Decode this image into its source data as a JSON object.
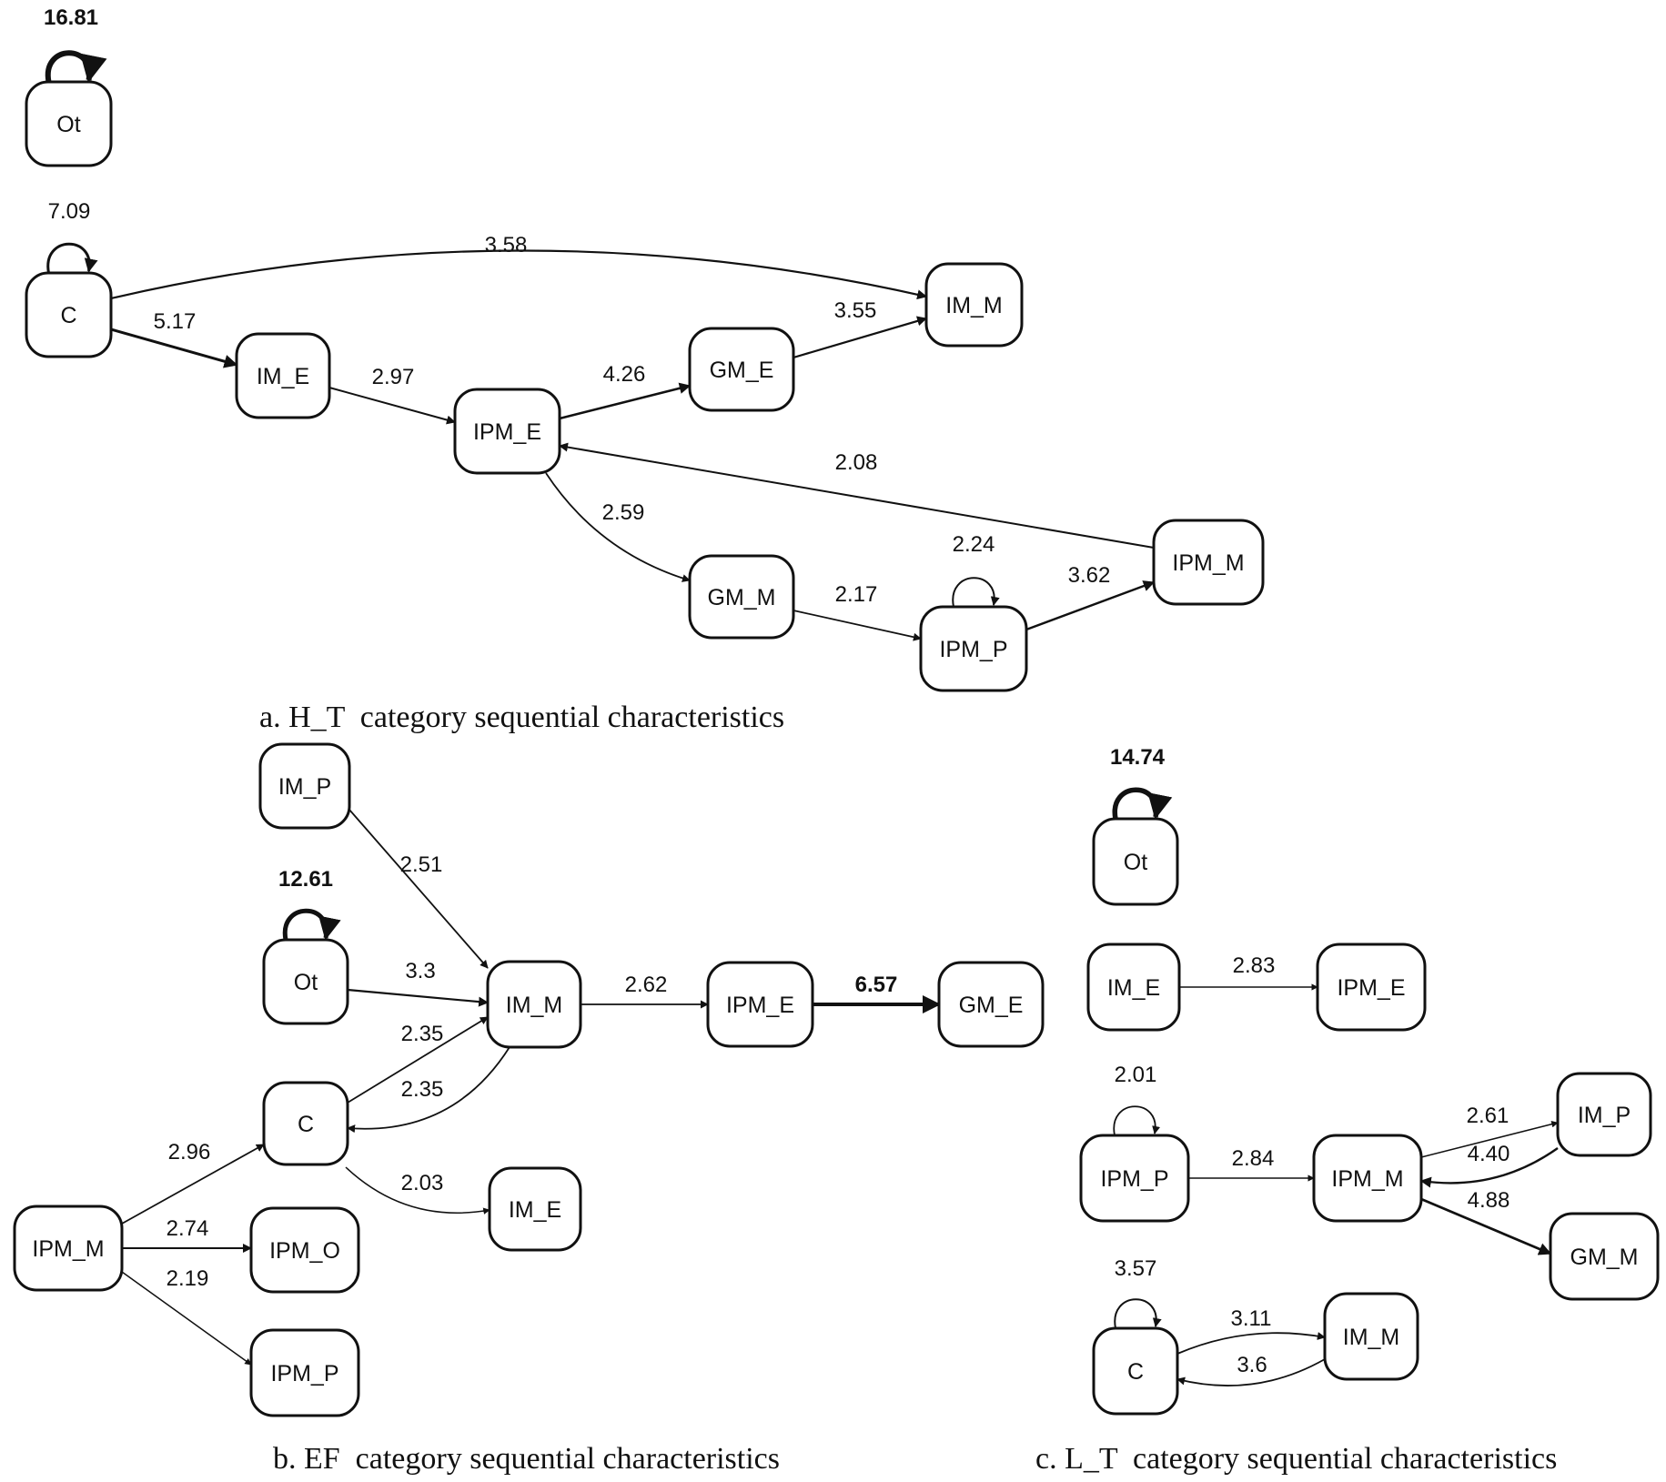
{
  "panels": [
    {
      "id": "a",
      "caption": "a. H_T  category sequential characteristics",
      "nodes": [
        {
          "id": "a_Ot",
          "label": "Ot"
        },
        {
          "id": "a_C",
          "label": "C"
        },
        {
          "id": "a_IM_E",
          "label": "IM_E"
        },
        {
          "id": "a_IPM_E",
          "label": "IPM_E"
        },
        {
          "id": "a_GM_E",
          "label": "GM_E"
        },
        {
          "id": "a_IM_M",
          "label": "IM_M"
        },
        {
          "id": "a_GM_M",
          "label": "GM_M"
        },
        {
          "id": "a_IPM_P",
          "label": "IPM_P"
        },
        {
          "id": "a_IPM_M",
          "label": "IPM_M"
        }
      ],
      "edges": [
        {
          "from": "a_Ot",
          "to": "a_Ot",
          "weight": "16.81"
        },
        {
          "from": "a_C",
          "to": "a_C",
          "weight": "7.09"
        },
        {
          "from": "a_C",
          "to": "a_IM_M",
          "weight": "3.58"
        },
        {
          "from": "a_C",
          "to": "a_IM_E",
          "weight": "5.17"
        },
        {
          "from": "a_IM_E",
          "to": "a_IPM_E",
          "weight": "2.97"
        },
        {
          "from": "a_IPM_E",
          "to": "a_GM_E",
          "weight": "4.26"
        },
        {
          "from": "a_GM_E",
          "to": "a_IM_M",
          "weight": "3.55"
        },
        {
          "from": "a_IPM_M",
          "to": "a_IPM_E",
          "weight": "2.08"
        },
        {
          "from": "a_IPM_E",
          "to": "a_GM_M",
          "weight": "2.59"
        },
        {
          "from": "a_GM_M",
          "to": "a_IPM_P",
          "weight": "2.17"
        },
        {
          "from": "a_IPM_P",
          "to": "a_IPM_P",
          "weight": "2.24"
        },
        {
          "from": "a_IPM_P",
          "to": "a_IPM_M",
          "weight": "3.62"
        }
      ]
    },
    {
      "id": "b",
      "caption": "b. EF  category sequential characteristics",
      "nodes": [
        {
          "id": "b_IM_P",
          "label": "IM_P"
        },
        {
          "id": "b_Ot",
          "label": "Ot"
        },
        {
          "id": "b_IM_M",
          "label": "IM_M"
        },
        {
          "id": "b_IPM_E",
          "label": "IPM_E"
        },
        {
          "id": "b_GM_E",
          "label": "GM_E"
        },
        {
          "id": "b_C",
          "label": "C"
        },
        {
          "id": "b_IM_E",
          "label": "IM_E"
        },
        {
          "id": "b_IPM_M",
          "label": "IPM_M"
        },
        {
          "id": "b_IPM_O",
          "label": "IPM_O"
        },
        {
          "id": "b_IPM_P",
          "label": "IPM_P"
        }
      ],
      "edges": [
        {
          "from": "b_IM_P",
          "to": "b_IM_M",
          "weight": "2.51"
        },
        {
          "from": "b_Ot",
          "to": "b_Ot",
          "weight": "12.61"
        },
        {
          "from": "b_Ot",
          "to": "b_IM_M",
          "weight": "3.3"
        },
        {
          "from": "b_IM_M",
          "to": "b_IPM_E",
          "weight": "2.62"
        },
        {
          "from": "b_IPM_E",
          "to": "b_GM_E",
          "weight": "6.57"
        },
        {
          "from": "b_C",
          "to": "b_IM_M",
          "weight": "2.35"
        },
        {
          "from": "b_IM_M",
          "to": "b_C",
          "weight": "2.35"
        },
        {
          "from": "b_C",
          "to": "b_IM_E",
          "weight": "2.03"
        },
        {
          "from": "b_IPM_M",
          "to": "b_C",
          "weight": "2.96"
        },
        {
          "from": "b_IPM_M",
          "to": "b_IPM_O",
          "weight": "2.74"
        },
        {
          "from": "b_IPM_M",
          "to": "b_IPM_P",
          "weight": "2.19"
        }
      ]
    },
    {
      "id": "c",
      "caption": "c. L_T  category sequential characteristics",
      "nodes": [
        {
          "id": "c_Ot",
          "label": "Ot"
        },
        {
          "id": "c_IM_E",
          "label": "IM_E"
        },
        {
          "id": "c_IPM_E",
          "label": "IPM_E"
        },
        {
          "id": "c_IPM_P",
          "label": "IPM_P"
        },
        {
          "id": "c_IPM_M",
          "label": "IPM_M"
        },
        {
          "id": "c_IM_P",
          "label": "IM_P"
        },
        {
          "id": "c_GM_M",
          "label": "GM_M"
        },
        {
          "id": "c_C",
          "label": "C"
        },
        {
          "id": "c_IM_M",
          "label": "IM_M"
        }
      ],
      "edges": [
        {
          "from": "c_Ot",
          "to": "c_Ot",
          "weight": "14.74"
        },
        {
          "from": "c_IM_E",
          "to": "c_IPM_E",
          "weight": "2.83"
        },
        {
          "from": "c_IPM_P",
          "to": "c_IPM_P",
          "weight": "2.01"
        },
        {
          "from": "c_IPM_P",
          "to": "c_IPM_M",
          "weight": "2.84"
        },
        {
          "from": "c_IPM_M",
          "to": "c_IM_P",
          "weight": "2.61"
        },
        {
          "from": "c_IM_P",
          "to": "c_IPM_M",
          "weight": "4.40"
        },
        {
          "from": "c_IPM_M",
          "to": "c_GM_M",
          "weight": "4.88"
        },
        {
          "from": "c_C",
          "to": "c_C",
          "weight": "3.57"
        },
        {
          "from": "c_C",
          "to": "c_IM_M",
          "weight": "3.11"
        },
        {
          "from": "c_IM_M",
          "to": "c_C",
          "weight": "3.6"
        }
      ]
    }
  ]
}
